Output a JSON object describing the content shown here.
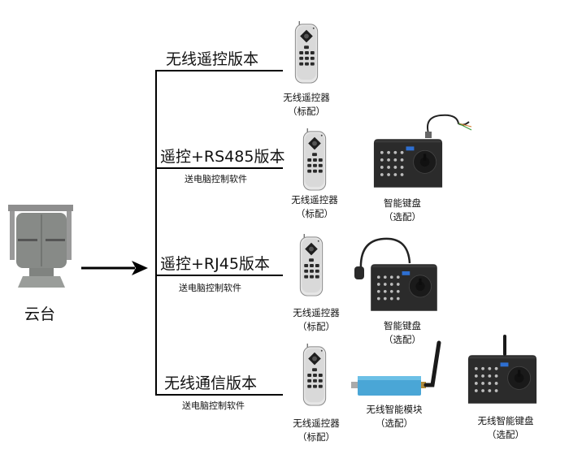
{
  "source": {
    "label": "云台"
  },
  "branches": [
    {
      "title": "无线遥控版本",
      "software": "",
      "items": [
        {
          "name": "无线遥控器",
          "tag": "（标配）",
          "type": "remote"
        }
      ]
    },
    {
      "title": "遥控+RS485版本",
      "software": "送电脑控制软件",
      "items": [
        {
          "name": "无线遥控器",
          "tag": "（标配）",
          "type": "remote"
        },
        {
          "name": "智能键盘",
          "tag": "（选配）",
          "type": "keyboard"
        }
      ]
    },
    {
      "title": "遥控+RJ45版本",
      "software": "送电脑控制软件",
      "items": [
        {
          "name": "无线遥控器",
          "tag": "（标配）",
          "type": "remote"
        },
        {
          "name": "智能键盘",
          "tag": "（选配）",
          "type": "keyboard"
        }
      ]
    },
    {
      "title": "无线通信版本",
      "software": "送电脑控制软件",
      "items": [
        {
          "name": "无线遥控器",
          "tag": "（标配）",
          "type": "remote"
        },
        {
          "name": "无线智能模块",
          "tag": "（选配）",
          "type": "wireless-module"
        },
        {
          "name": "无线智能键盘",
          "tag": "（选配）",
          "type": "wireless-keyboard"
        }
      ]
    }
  ]
}
